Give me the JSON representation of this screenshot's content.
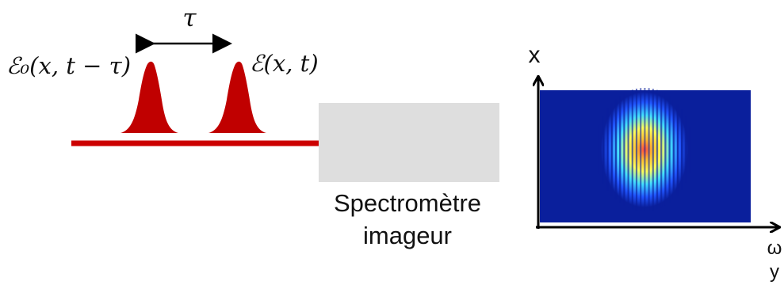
{
  "diagram": {
    "delay_symbol": "τ",
    "reference_pulse_label": "ℰ₀(x, t − τ)",
    "signal_pulse_label": "ℰ(x, t)",
    "spectrometer_label_line1": "Spectromètre",
    "spectrometer_label_line2": "imageur",
    "axis_vertical_label": "x",
    "axis_horizontal_label_primary": "ω",
    "axis_horizontal_label_secondary": "y"
  },
  "colors": {
    "beam": "#cc0000",
    "pulse": "#c00000",
    "spectrometer_box": "#dedede",
    "map_background": "#0a1f9c",
    "axis": "#000000"
  }
}
